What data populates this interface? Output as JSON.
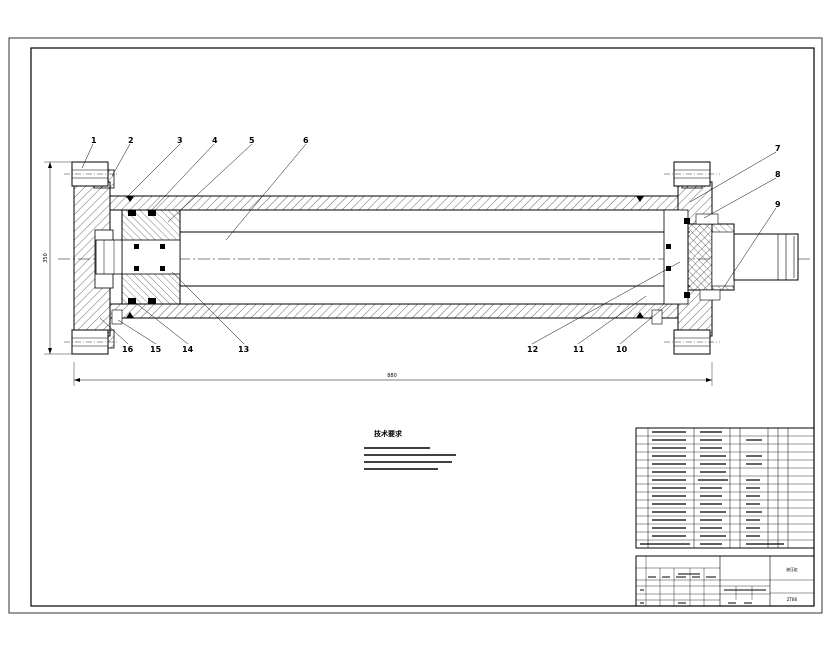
{
  "drawing": {
    "callouts": [
      {
        "id": "1",
        "label": "1"
      },
      {
        "id": "2",
        "label": "2"
      },
      {
        "id": "3",
        "label": "3"
      },
      {
        "id": "4",
        "label": "4"
      },
      {
        "id": "5",
        "label": "5"
      },
      {
        "id": "6",
        "label": "6"
      },
      {
        "id": "7",
        "label": "7"
      },
      {
        "id": "8",
        "label": "8"
      },
      {
        "id": "9",
        "label": "9"
      },
      {
        "id": "10",
        "label": "10"
      },
      {
        "id": "11",
        "label": "11"
      },
      {
        "id": "12",
        "label": "12"
      },
      {
        "id": "13",
        "label": "13"
      },
      {
        "id": "14",
        "label": "14"
      },
      {
        "id": "15",
        "label": "15"
      },
      {
        "id": "16",
        "label": "16"
      }
    ],
    "dimensions": {
      "overall_length": "880",
      "height": "350"
    }
  },
  "notes": {
    "title": "技术要求"
  },
  "title_block": {
    "drawing_name": "液压缸",
    "drawing_code": "ZTB6"
  }
}
